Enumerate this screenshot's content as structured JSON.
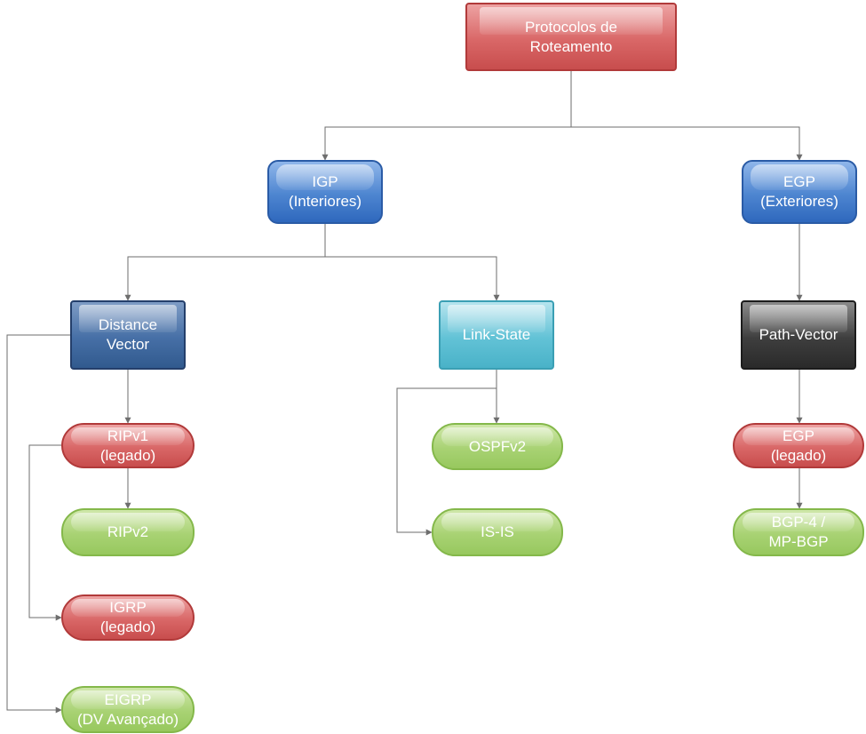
{
  "nodes": {
    "root": "Protocolos de\nRoteamento",
    "igp": "IGP\n(Interiores)",
    "egp": "EGP\n(Exteriores)",
    "distance_vector": "Distance\nVector",
    "link_state": "Link-State",
    "path_vector": "Path-Vector",
    "ripv1": "RIPv1\n(legado)",
    "ripv2": "RIPv2",
    "igrp": "IGRP\n(legado)",
    "eigrp": "EIGRP\n(DV Avançado)",
    "ospfv2": "OSPFv2",
    "isis": "IS-IS",
    "egp_legacy": "EGP\n(legado)",
    "bgp": "BGP-4 /\nMP-BGP"
  },
  "colors": {
    "connector": "#6e6e6e",
    "legacy": "#d96767",
    "current": "#a8d273",
    "category": "#4d85d0"
  }
}
